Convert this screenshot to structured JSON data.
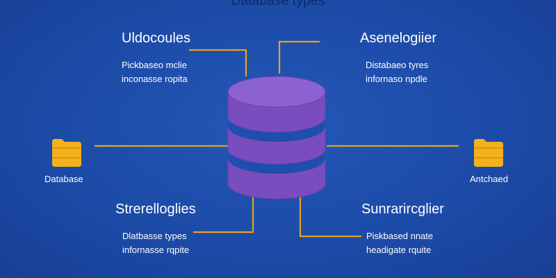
{
  "diagram": {
    "title": "Database types",
    "colors": {
      "background": "#1f4fae",
      "connector": "#e6a21c",
      "cylinder": "#7b4fc0",
      "cylinder_top": "#8b62cf",
      "folder": "#f3b21b"
    },
    "nodes": {
      "top_left": {
        "heading": "Uldocoules",
        "lines": [
          "Pickbaseo mclie",
          "inconasse ropita"
        ]
      },
      "top_right": {
        "heading": "Asenelogiier",
        "lines": [
          "Distabaeo tyres",
          "infornaso npdle"
        ]
      },
      "bottom_left": {
        "heading": "Strerelloglies",
        "lines": [
          "Dlatbasse types",
          "infornasse rqpite"
        ]
      },
      "bottom_right": {
        "heading": "Sunrarircglier",
        "lines": [
          "Piskbased nnate",
          "headigate rquite"
        ]
      }
    },
    "side_items": {
      "left": {
        "label": "Database",
        "icon": "folder-icon"
      },
      "right": {
        "label": "Antchaed",
        "icon": "folder-icon"
      }
    },
    "center": {
      "icon": "database-icon"
    }
  }
}
